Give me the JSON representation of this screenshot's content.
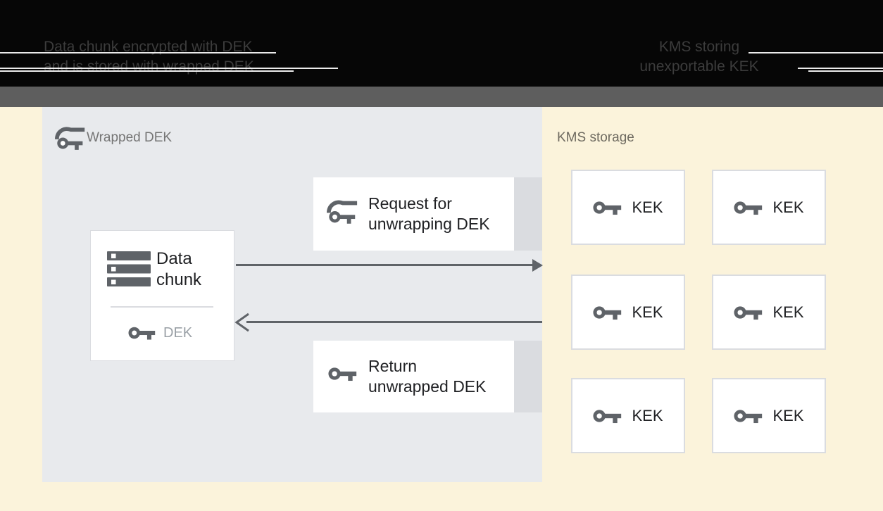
{
  "header": {
    "left_line1": "Data chunk encrypted with DEK",
    "left_line2": "and is stored with wrapped DEK",
    "right_line1": "KMS storing",
    "right_line2": "unexportable KEK"
  },
  "panel": {
    "title": "Wrapped DEK",
    "title_icon": "wrapped-key-icon",
    "data_chunk": {
      "icon": "data-stack-icon",
      "line1": "Data",
      "line2": "chunk",
      "key_icon": "key-icon",
      "key_label": "DEK"
    },
    "request_box": {
      "icon": "wrapped-key-icon",
      "line1": "Request for",
      "line2": "unwrapping DEK"
    },
    "return_box": {
      "icon": "key-icon",
      "line1": "Return",
      "line2": "unwrapped DEK"
    },
    "arrows": {
      "request_direction": "right",
      "return_direction": "left"
    }
  },
  "kms": {
    "title": "KMS storage",
    "keks": [
      {
        "icon": "key-icon",
        "label": "KEK"
      },
      {
        "icon": "key-icon",
        "label": "KEK"
      },
      {
        "icon": "key-icon",
        "label": "KEK"
      },
      {
        "icon": "key-icon",
        "label": "KEK"
      },
      {
        "icon": "key-icon",
        "label": "KEK"
      },
      {
        "icon": "key-icon",
        "label": "KEK"
      }
    ]
  },
  "colors": {
    "background": "#FBF3DB",
    "header_bg": "#060606",
    "header_text": "#3C3C3C",
    "band": "#5E5E5E",
    "panel_bg": "#E8EAED",
    "box_bg": "#FFFFFF",
    "box_border": "#DADCE0",
    "strip": "#DADCE0",
    "icon_gray": "#5F6368",
    "text_dark": "#202124",
    "panel_title_text": "#757575",
    "dek_text": "#9AA0A6",
    "kms_label_text": "#6E6A60",
    "arrow": "#5F6368"
  }
}
